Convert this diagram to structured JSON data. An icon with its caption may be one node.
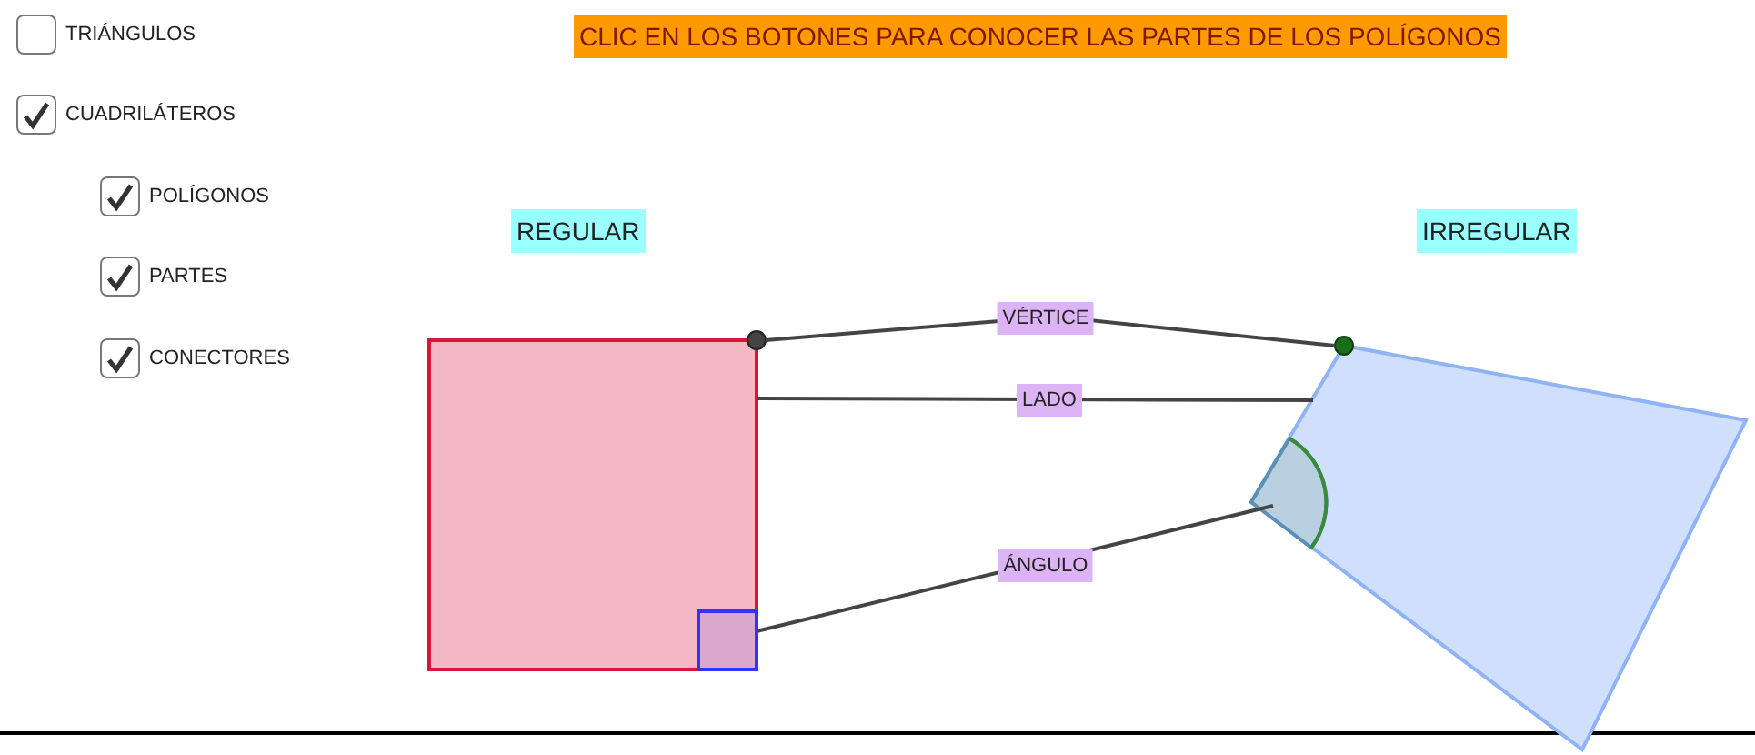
{
  "diagram": {
    "title": "CLIC EN LOS BOTONES PARA CONOCER LAS PARTES DE LOS POLÍGONOS",
    "nodes": [
      {
        "text": [
          "REGULAR"
        ]
      },
      {
        "text": [
          "IRREGULAR"
        ]
      },
      {
        "text": [],
        "shape": "box"
      },
      {
        "text": [],
        "shape": "box",
        "in": 2
      },
      {
        "text": [],
        "shape": "circle"
      },
      {
        "text": [],
        "shape": "polygon"
      },
      {
        "text": [],
        "shape": "sector",
        "in": 5
      },
      {
        "text": [],
        "shape": "circle"
      }
    ],
    "edges": [
      {
        "from": 4,
        "to": 7,
        "arrow": "none",
        "label": "VÉRTICE"
      },
      {
        "from": 2,
        "to": 5,
        "arrow": "none",
        "label": "LADO"
      },
      {
        "from": 3,
        "to": 6,
        "arrow": "none",
        "label": "ÁNGULO"
      }
    ],
    "labels": [
      "TRIÁNGULOS",
      "CUADRILÁTEROS",
      "POLÍGONOS",
      "PARTES",
      "CONECTORES"
    ]
  }
}
